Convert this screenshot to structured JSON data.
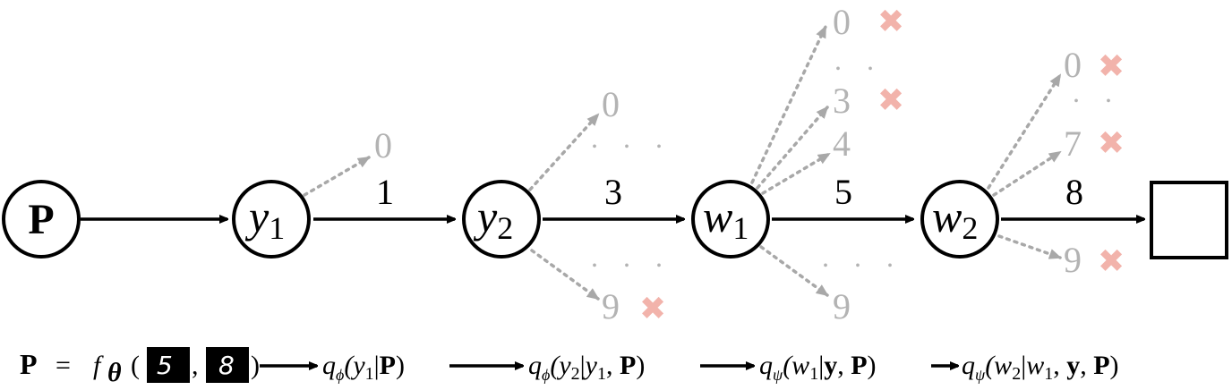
{
  "nodes": {
    "p": {
      "label": "P"
    },
    "y1": {
      "var": "y",
      "sub": "1"
    },
    "y2": {
      "var": "y",
      "sub": "2"
    },
    "w1": {
      "var": "w",
      "sub": "1"
    },
    "w2": {
      "var": "w",
      "sub": "2"
    }
  },
  "edge_labels": {
    "y1_y2": "1",
    "y2_w1": "3",
    "w1_w2": "5",
    "w2_end": "8"
  },
  "branches": {
    "y1": {
      "top": "0"
    },
    "y2": {
      "top": "0",
      "dots_top": ". . .",
      "dots_bottom": ". . .",
      "bottom": "9",
      "bottom_reject": "✖"
    },
    "w1": {
      "b0": "0",
      "b0_reject": "✖",
      "dots": ". .",
      "b3": "3",
      "b3_reject": "✖",
      "b4": "4",
      "dots_bottom": ". . .",
      "bottom": "9"
    },
    "w2": {
      "b0": "0",
      "b0_reject": "✖",
      "dots": ". .",
      "b7": "7",
      "b7_reject": "✖",
      "b9": "9",
      "b9_reject": "✖"
    }
  },
  "formula": {
    "lhs": "P",
    "eq": "=",
    "f": "f",
    "theta": "θ",
    "open": "(",
    "comma": ",",
    "close": ")",
    "digit1": "5",
    "digit2": "8",
    "q1": {
      "q": "q",
      "sub": "ϕ",
      "args": "(y",
      "args_sub": "1",
      "bar": "|",
      "cond": "P",
      "close": ")"
    },
    "q2": {
      "q": "q",
      "sub": "ϕ",
      "args": "(y",
      "args_sub": "2",
      "bar": "|",
      "c1": "y",
      "c1_sub": "1",
      "sep": ", ",
      "cond": "P",
      "close": ")"
    },
    "q3": {
      "q": "q",
      "sub": "ψ",
      "args": "(w",
      "args_sub": "1",
      "bar": "|",
      "c1": "y",
      "sep": ", ",
      "cond": "P",
      "close": ")"
    },
    "q4": {
      "q": "q",
      "sub": "ψ",
      "args": "(w",
      "args_sub": "2",
      "bar": "|",
      "c1": "w",
      "c1_sub": "1",
      "sep": ", ",
      "c2": "y",
      "sep2": ", ",
      "cond": "P",
      "close": ")"
    }
  },
  "colors": {
    "branch_gray": "#a8a8a8",
    "reject_pink": "#f2b3ab"
  }
}
